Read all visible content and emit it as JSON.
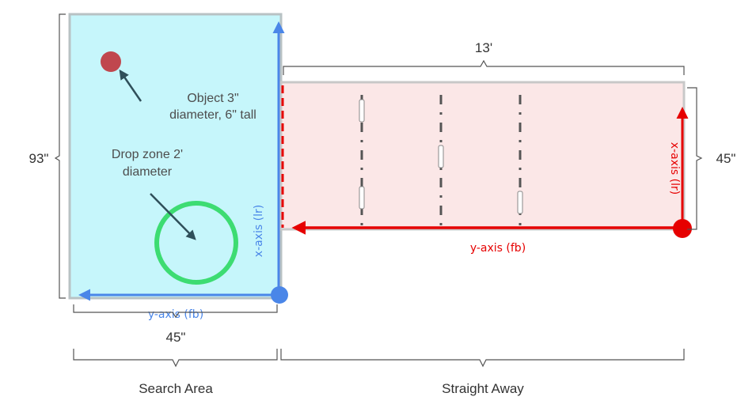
{
  "labels": {
    "object": [
      "Object 3\"",
      "diameter, 6\" tall"
    ],
    "drop_zone": [
      "Drop zone 2'",
      "diameter"
    ],
    "search_area": "Search Area",
    "straight_away": "Straight Away"
  },
  "dimensions": {
    "search_height": "93\"",
    "search_width": "45\"",
    "straight_length": "13'",
    "straight_width": "45\""
  },
  "axes": {
    "search": {
      "x": "x-axis (lr)",
      "y": "y-axis (fb)"
    },
    "straight": {
      "x": "x-axis (lr)",
      "y": "y-axis (fb)"
    }
  },
  "colors": {
    "search_fill": "#c6f6fb",
    "straight_fill": "#fbe7e7",
    "blue_axis": "#4a86e8",
    "red_axis": "#e60000",
    "object": "#c0474e",
    "drop_zone": "#3ddc72",
    "leader": "#2f4f5a",
    "bracket": "#555555"
  }
}
